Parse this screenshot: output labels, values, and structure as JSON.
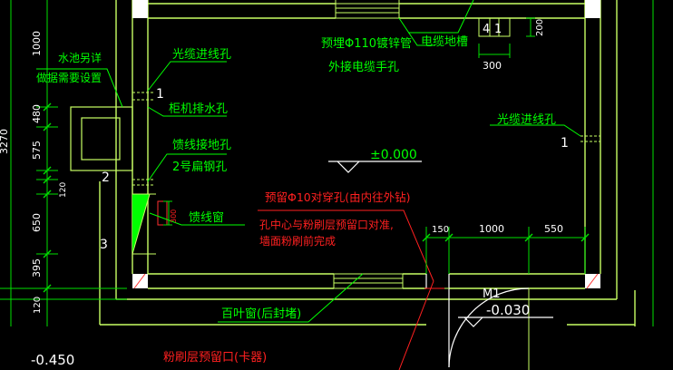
{
  "colors": {
    "background": "#000000",
    "wall": "#c8ff64",
    "text_green": "#00ff00",
    "dim_green": "#00e000",
    "text_red": "#ff2020",
    "white": "#ffffff",
    "fill_green": "#00ff00"
  },
  "labels": {
    "water_tank_note_1": "水池另详",
    "water_tank_note_2": "做据需要设置",
    "cable_inlet_left": "光缆进线孔",
    "cabinet_drain": "柜机排水孔",
    "ground_hole": "馈线接地孔",
    "flat_steel": "2号扁钢孔",
    "feeder_window": "馈线窗",
    "embedded_pipe_1": "预埋Φ110镀锌管",
    "embedded_pipe_2": "外接电缆手孔",
    "power_trench": "电缆地槽",
    "cable_inlet_right": "光缆进线孔",
    "elevation_floor": "±0.000",
    "louver_window": "百叶窗(后封堵)",
    "reserve_hole": "预留Φ10对穿孔(由内往外钻)",
    "reserve_note_1": "孔中心与粉刷层预留口对准,",
    "reserve_note_2": "墙面粉刷前完成",
    "plaster_opening": "粉刷层预留口(卡器)",
    "door_tag": "M1",
    "elevation_door": "-0.030",
    "elevation_outside": "-0.450"
  },
  "markers": {
    "m1": "1",
    "m2": "2",
    "m3": "3",
    "m1_right": "1",
    "m4": "4",
    "m1_top": "1"
  },
  "dimensions": {
    "left_chain": [
      "1000",
      "480",
      "575",
      "120",
      "650",
      "395",
      "120"
    ],
    "left_total": "3270",
    "top_small_200": "200",
    "top_small_300": "300",
    "door_150": "150",
    "door_1000": "1000",
    "door_550": "550",
    "window_300": "300"
  }
}
